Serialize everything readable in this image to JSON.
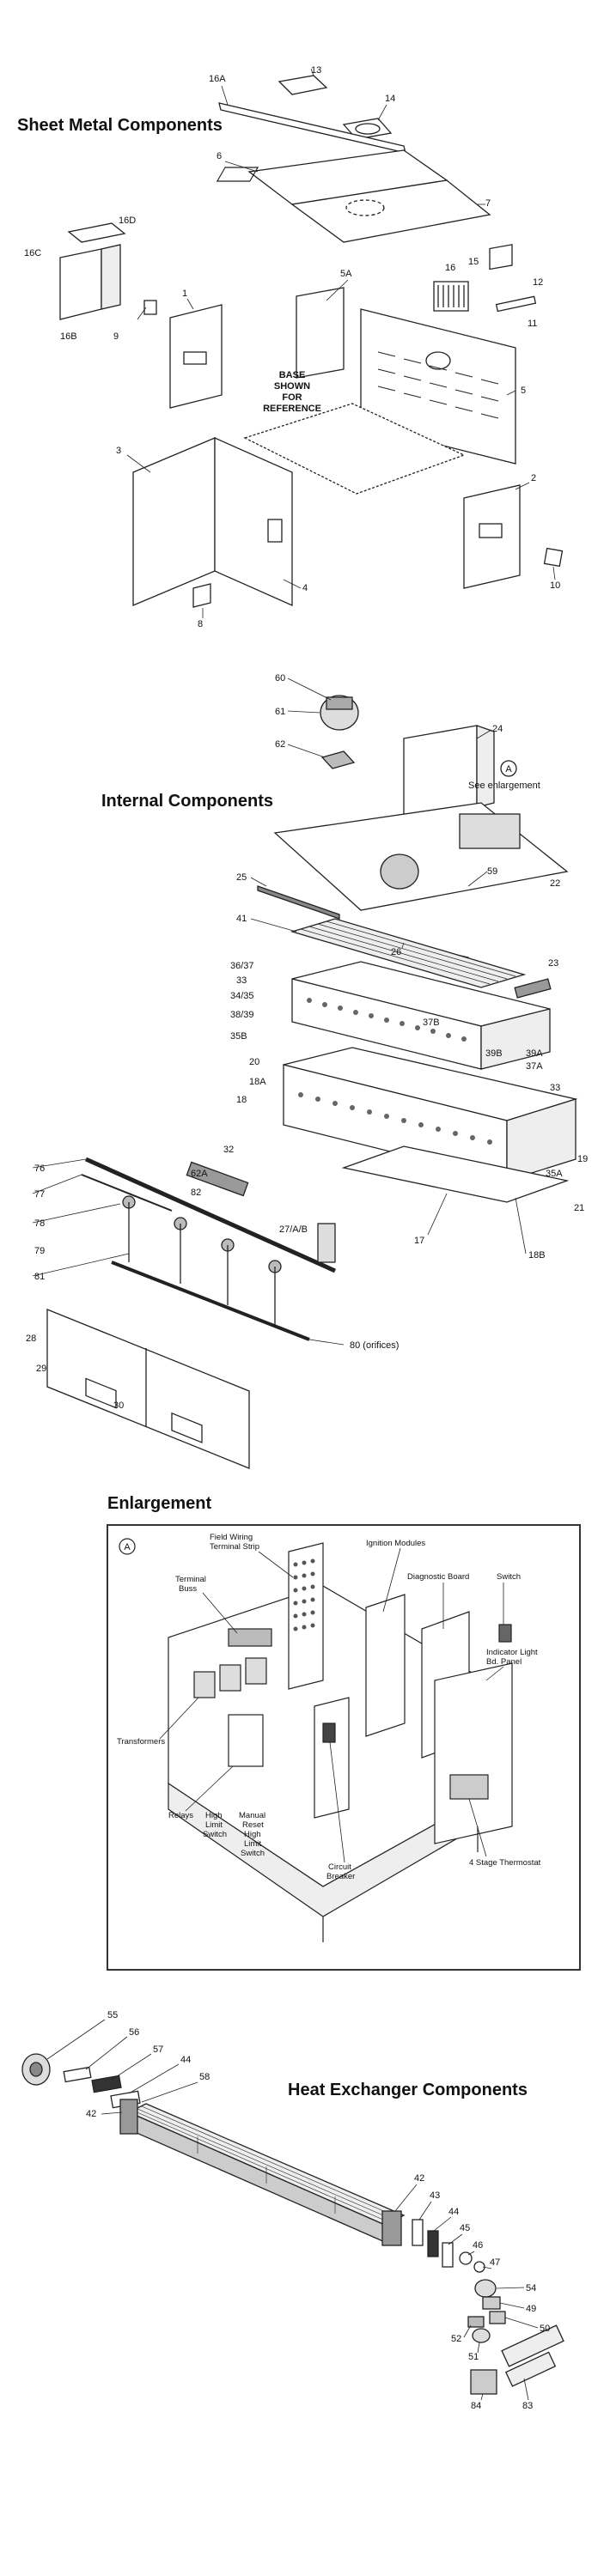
{
  "headings": {
    "sheet_metal": "Sheet Metal Components",
    "internal": "Internal Components",
    "enlargement": "Enlargement",
    "heat_exchanger": "Heat Exchanger Components"
  },
  "sheet_metal": {
    "base_note": [
      "BASE",
      "SHOWN",
      "FOR",
      "REFERENCE"
    ],
    "callouts": [
      "13",
      "14",
      "16A",
      "6",
      "7",
      "16D",
      "16C",
      "16B",
      "9",
      "1",
      "5A",
      "16",
      "15",
      "12",
      "11",
      "5",
      "3",
      "4",
      "8",
      "2",
      "10"
    ]
  },
  "internal": {
    "see_enlargement": "See enlargement",
    "circle_marker": "A",
    "callouts": [
      "60",
      "61",
      "62",
      "24",
      "25",
      "59",
      "22",
      "41",
      "26",
      "23",
      "36/37",
      "33",
      "34/35",
      "38/39",
      "35B",
      "37B",
      "39B",
      "39A",
      "37A",
      "33",
      "18A",
      "18",
      "20",
      "32",
      "62A",
      "82",
      "76",
      "77",
      "78",
      "79",
      "81",
      "27/A/B",
      "35A",
      "19",
      "21",
      "28",
      "29",
      "30",
      "80 (orifices)",
      "17",
      "18B"
    ]
  },
  "enlargement": {
    "marker": "A",
    "labels": {
      "field_wiring": [
        "Field Wiring",
        "Terminal Strip"
      ],
      "ignition_modules": "Ignition Modules",
      "terminal_buss": [
        "Terminal",
        "Buss"
      ],
      "diagnostic_board": "Diagnostic Board",
      "switch": "Switch",
      "indicator_light": [
        "Indicator Light",
        "Bd. Panel"
      ],
      "transformers": "Transformers",
      "relays": "Relays",
      "high_limit": [
        "High",
        "Limit",
        "Switch"
      ],
      "manual_reset": [
        "Manual",
        "Reset",
        "High",
        "Limit",
        "Switch"
      ],
      "circuit_breaker": [
        "Circuit",
        "Breaker"
      ],
      "thermostat": "4 Stage Thermostat"
    }
  },
  "heat_exchanger": {
    "callouts": [
      "55",
      "56",
      "57",
      "44",
      "58",
      "42",
      "42",
      "43",
      "44",
      "45",
      "46",
      "47",
      "54",
      "49",
      "50",
      "52",
      "51",
      "84",
      "83"
    ]
  }
}
